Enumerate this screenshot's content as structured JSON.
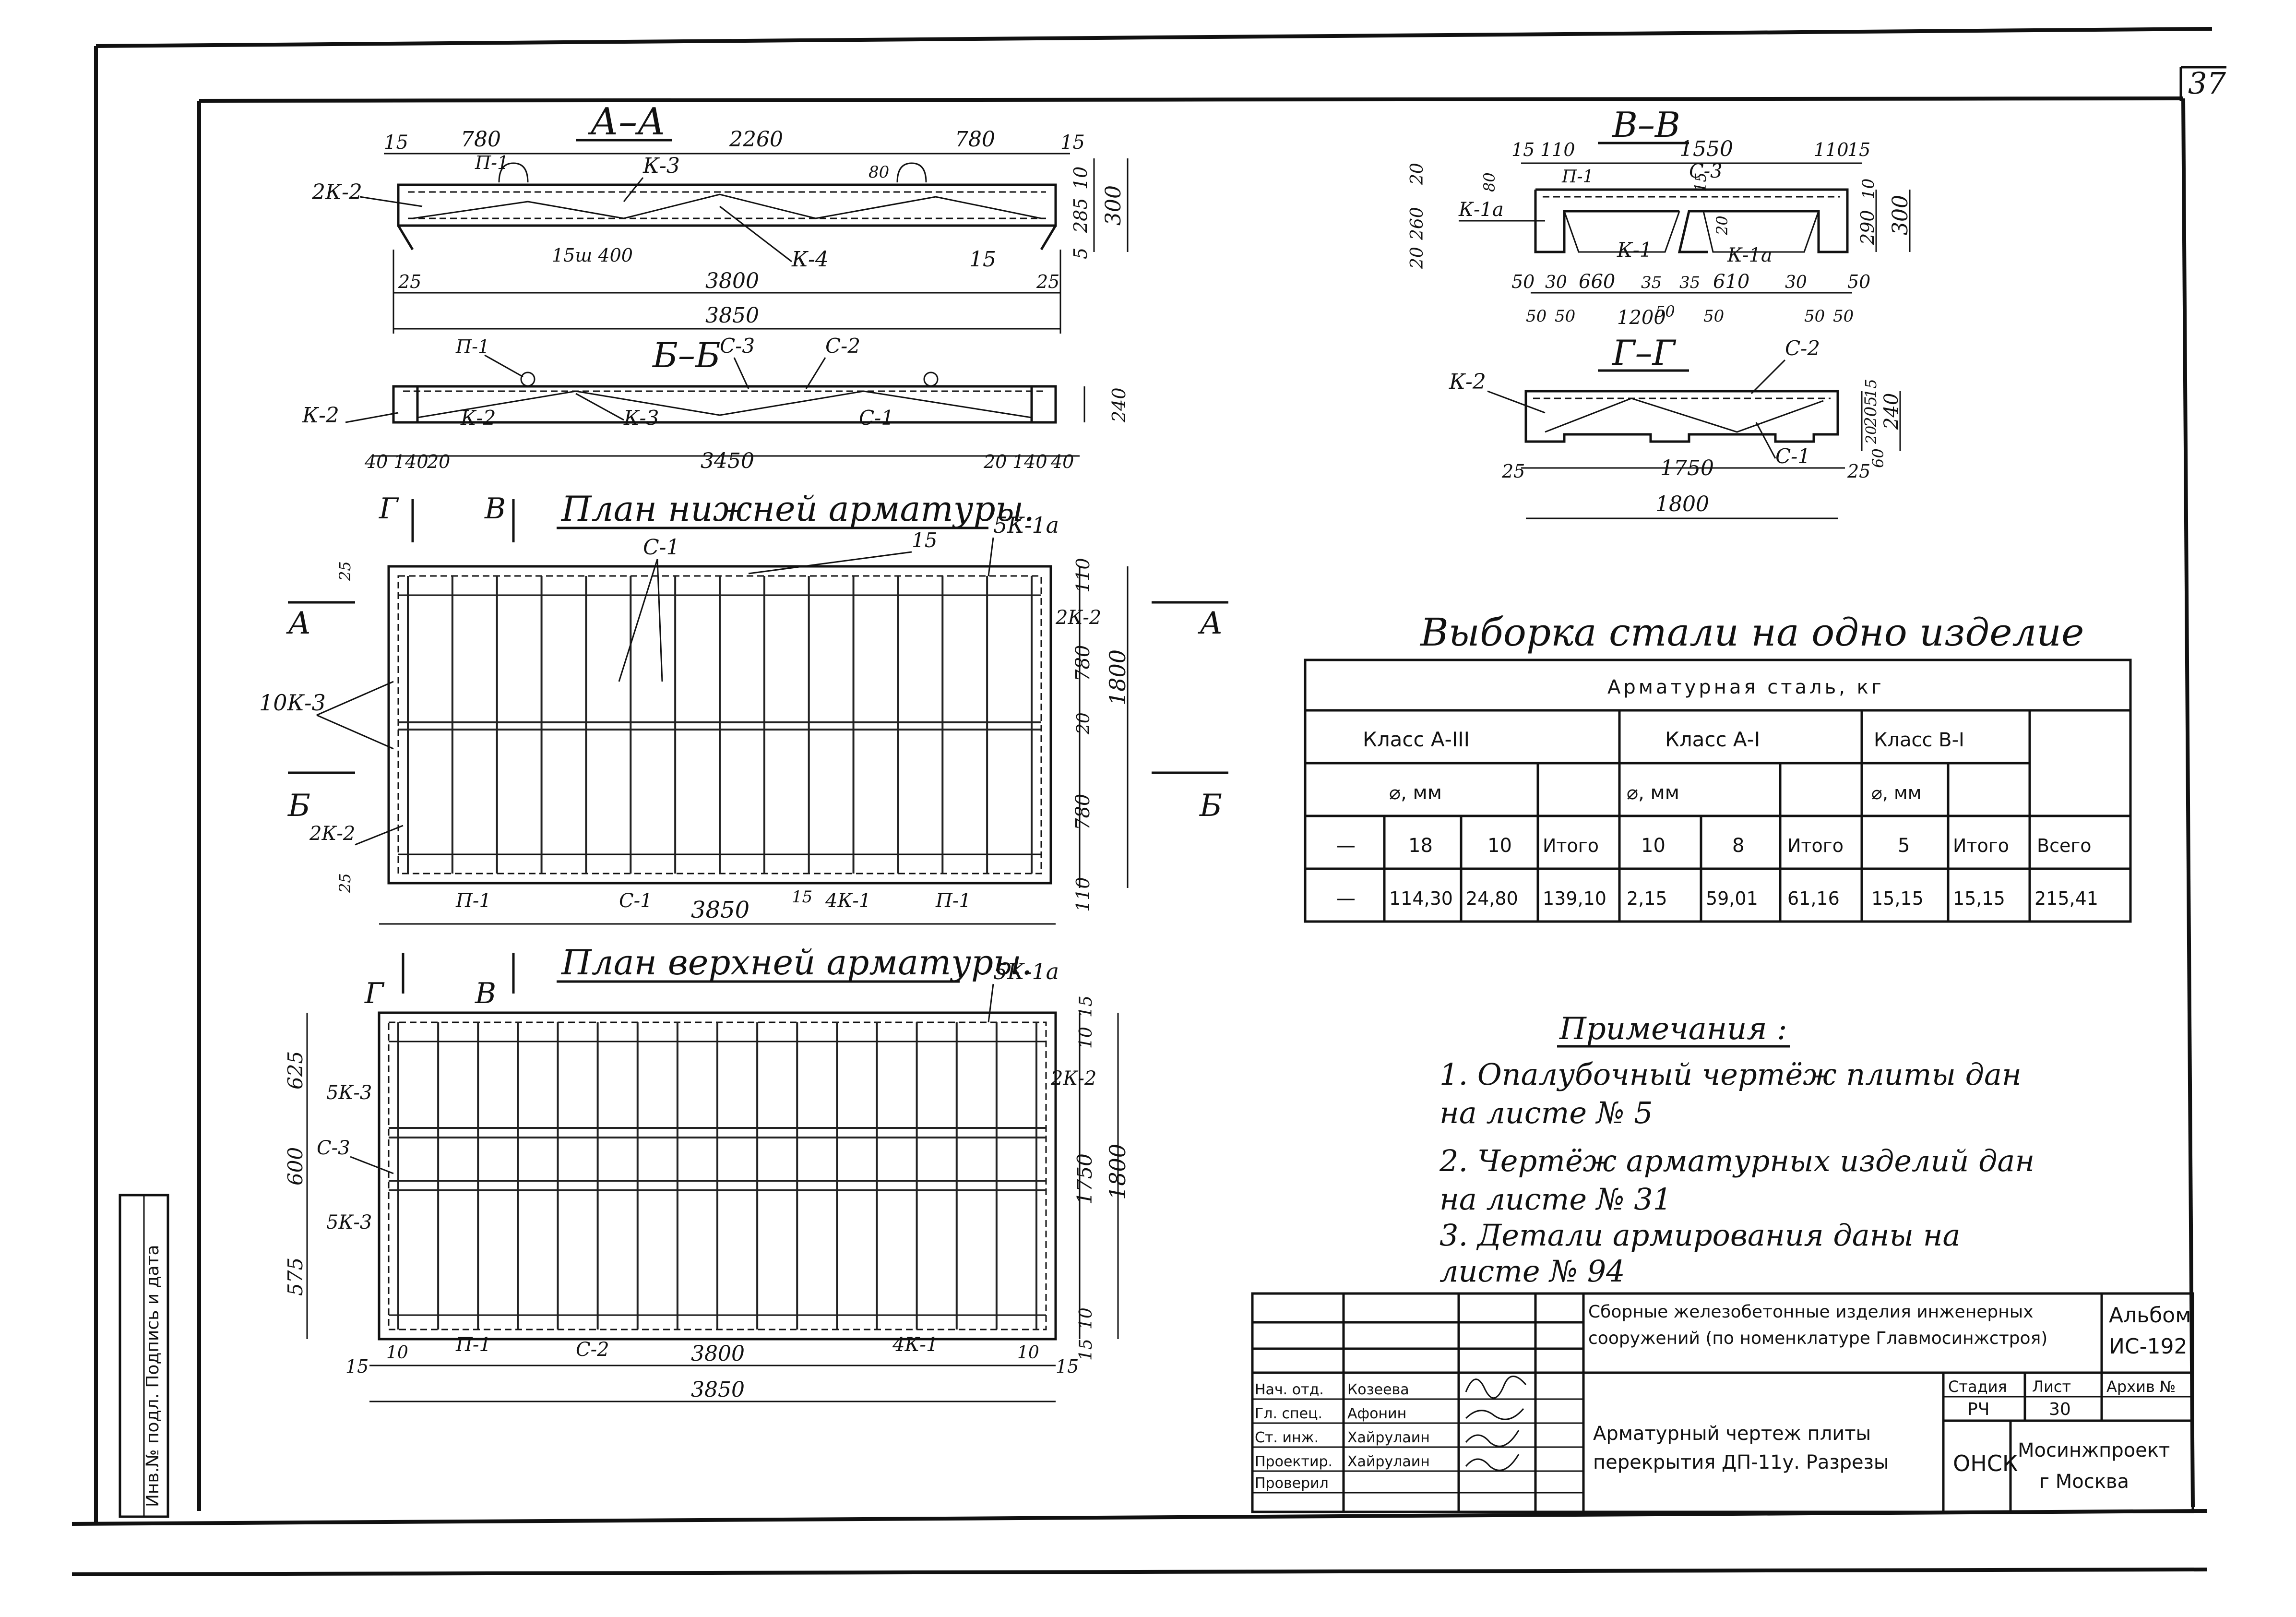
{
  "sheet": {
    "page_number": "37",
    "side_stamp": "Инв.№ подл. Подпись и дата"
  },
  "section_aa": {
    "title": "А–А",
    "dims_top": [
      "15",
      "780",
      "2260",
      "780",
      "15"
    ],
    "labels": [
      "2К-2",
      "П-1",
      "К-3",
      "К-4",
      "15",
      "15ш 400"
    ],
    "dims_right": [
      "10",
      "285",
      "5",
      "300"
    ],
    "small": [
      "80"
    ],
    "dims_bottom_inner": [
      "25",
      "3800",
      "25"
    ],
    "dim_bottom": "3850"
  },
  "section_bb": {
    "title": "Б–Б",
    "labels": [
      "П-1",
      "С-3",
      "С-2",
      "К-2",
      "К-2",
      "К-3",
      "С-1"
    ],
    "dim_right": "240",
    "dims_bottom": [
      "40",
      "140",
      "20",
      "3450",
      "20",
      "140",
      "40"
    ]
  },
  "section_vv": {
    "title": "В–В",
    "dims_top": [
      "15",
      "110",
      "1550",
      "110",
      "15"
    ],
    "labels": [
      "П-1",
      "С-3",
      "К-1а",
      "К-1",
      "К-1а"
    ],
    "dims_left": [
      "20",
      "260",
      "20"
    ],
    "small": [
      "80",
      "15",
      "20"
    ],
    "dims_right": [
      "10",
      "290",
      "300"
    ],
    "dims_bottom_1": [
      "50",
      "30",
      "660",
      "35",
      "35",
      "610",
      "30",
      "50"
    ],
    "dims_bottom_2": [
      "50",
      "50",
      "1200",
      "50",
      "50",
      "50",
      "50"
    ]
  },
  "section_gg": {
    "title": "Г–Г",
    "labels": [
      "К-2",
      "С-2",
      "С-1"
    ],
    "dims_right": [
      "15",
      "205",
      "20",
      "240",
      "60"
    ],
    "dims_bottom": [
      "25",
      "1750",
      "25"
    ],
    "dim_total": "1800"
  },
  "plan_bottom": {
    "title": "План нижней арматуры.",
    "cuts": [
      "Г",
      "В",
      "А",
      "А",
      "Б",
      "Б"
    ],
    "labels": [
      "С-1",
      "15",
      "5К-1а",
      "10К-3",
      "2К-2",
      "2К-2",
      "П-1",
      "С-1",
      "15",
      "4К-1",
      "П-1"
    ],
    "dims_right": [
      "110",
      "780",
      "20",
      "780",
      "110"
    ],
    "dim_total_right": "1800",
    "dim_bottom": "3850",
    "small_left": [
      "25",
      "25"
    ]
  },
  "plan_top": {
    "title": "План верхней арматуры.",
    "cuts": [
      "Г",
      "В"
    ],
    "labels": [
      "5К-1а",
      "5К-3",
      "2К-2",
      "С-3",
      "5К-3",
      "П-1",
      "С-2",
      "4К-1"
    ],
    "dims_left": [
      "625",
      "600",
      "575"
    ],
    "dims_right": [
      "15",
      "10",
      "1750",
      "10",
      "15"
    ],
    "dim_total_right": "1800",
    "dims_bottom": [
      "15",
      "10",
      "3800",
      "10",
      "15"
    ],
    "dim_bottom_total": "3850"
  },
  "steel_table": {
    "title": "Выборка стали на одно изделие",
    "header_main": "Арматурная сталь, кг",
    "classes": [
      "Класс А-III",
      "Класс А-I",
      "Класс В-I"
    ],
    "diam_label": "⌀, мм",
    "itogo": "Итого",
    "vsego": "Всего",
    "diam_a3": [
      "—",
      "18",
      "10"
    ],
    "diam_a1": [
      "10",
      "8"
    ],
    "diam_b1": [
      "5"
    ],
    "values": [
      "—",
      "114,30",
      "24,80",
      "139,10",
      "2,15",
      "59,01",
      "61,16",
      "15,15",
      "15,15",
      "215,41"
    ]
  },
  "notes": {
    "title": "Примечания :",
    "lines": [
      "1. Опалубочный чертёж плиты дан",
      "на листе № 5",
      "2. Чертёж арматурных изделий дан",
      "на листе № 31",
      "3. Детали армирования даны на",
      "листе № 94"
    ]
  },
  "title_block": {
    "series": "Сборные железобетонные изделия инженерных сооружений (по номенклатуре Главмосинжстроя)",
    "series_l1": "Сборные железобетонные изделия инженерных",
    "series_l2": "сооружений (по номенклатуре Главмосинжстроя)",
    "album_l1": "Альбом",
    "album_l2": "ИС-192",
    "stage_h": "Стадия",
    "sheet_h": "Лист",
    "archive_h": "Архив №",
    "stage_v": "РЧ",
    "sheet_v": "30",
    "drawing_l1": "Арматурный чертеж плиты",
    "drawing_l2": "перекрытия ДП-11у. Разрезы",
    "dept": "ОНСК",
    "org_l1": "Мосинжпроект",
    "org_l2": "г Москва",
    "roles": [
      "Нач. отд.",
      "Гл. спец.",
      "Ст. инж.",
      "Проектир.",
      "Проверил"
    ],
    "names": [
      "Козеева",
      "Афонин",
      "Хайрулаин",
      "Хайрулаин",
      ""
    ]
  }
}
